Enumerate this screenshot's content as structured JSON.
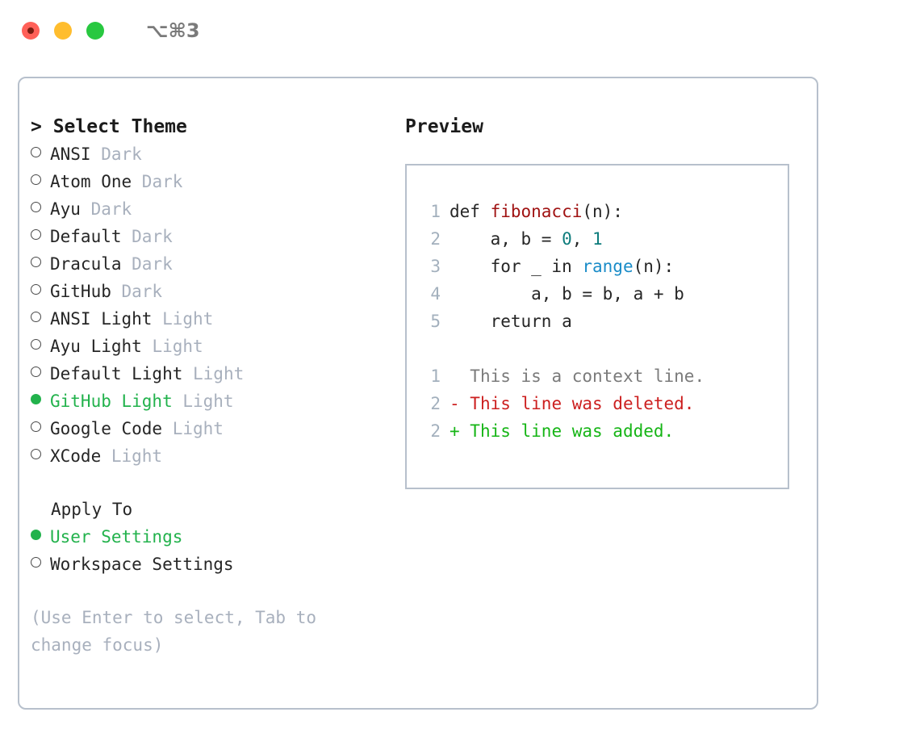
{
  "titlebar": {
    "traffic_lights": [
      "close-red",
      "minimize-yellow",
      "maximize-green"
    ],
    "shortcut": "⌥⌘3"
  },
  "left_panel": {
    "heading": "> Select Theme",
    "themes": [
      {
        "name": "ANSI",
        "variant": "Dark",
        "selected": false
      },
      {
        "name": "Atom One",
        "variant": "Dark",
        "selected": false
      },
      {
        "name": "Ayu",
        "variant": "Dark",
        "selected": false
      },
      {
        "name": "Default",
        "variant": "Dark",
        "selected": false
      },
      {
        "name": "Dracula",
        "variant": "Dark",
        "selected": false
      },
      {
        "name": "GitHub",
        "variant": "Dark",
        "selected": false
      },
      {
        "name": "ANSI Light",
        "variant": "Light",
        "selected": false
      },
      {
        "name": "Ayu Light",
        "variant": "Light",
        "selected": false
      },
      {
        "name": "Default Light",
        "variant": "Light",
        "selected": false
      },
      {
        "name": "GitHub Light",
        "variant": "Light",
        "selected": true
      },
      {
        "name": "Google Code",
        "variant": "Light",
        "selected": false
      },
      {
        "name": "XCode",
        "variant": "Light",
        "selected": false
      }
    ],
    "apply_to_heading": "Apply To",
    "apply_to_options": [
      {
        "label": "User Settings",
        "selected": true
      },
      {
        "label": "Workspace Settings",
        "selected": false
      }
    ],
    "hint": "(Use Enter to select, Tab to change focus)"
  },
  "right_panel": {
    "title": "Preview",
    "code_lines": [
      {
        "lineno": "1",
        "tokens": [
          {
            "text": "def ",
            "kind": "plain"
          },
          {
            "text": "fibonacci",
            "kind": "fn"
          },
          {
            "text": "(n):",
            "kind": "plain"
          }
        ]
      },
      {
        "lineno": "2",
        "tokens": [
          {
            "text": "    a, b = ",
            "kind": "plain"
          },
          {
            "text": "0",
            "kind": "num"
          },
          {
            "text": ", ",
            "kind": "plain"
          },
          {
            "text": "1",
            "kind": "num"
          }
        ]
      },
      {
        "lineno": "3",
        "tokens": [
          {
            "text": "    for _ in ",
            "kind": "plain"
          },
          {
            "text": "range",
            "kind": "call"
          },
          {
            "text": "(n):",
            "kind": "plain"
          }
        ]
      },
      {
        "lineno": "4",
        "tokens": [
          {
            "text": "        a, b = b, a + b",
            "kind": "plain"
          }
        ]
      },
      {
        "lineno": "5",
        "tokens": [
          {
            "text": "    return a",
            "kind": "plain"
          }
        ]
      }
    ],
    "diff_lines": [
      {
        "lineno": "1",
        "marker": " ",
        "text": " This is a context line.",
        "kind": "ctx"
      },
      {
        "lineno": "2",
        "marker": "-",
        "text": " This line was deleted.",
        "kind": "del"
      },
      {
        "lineno": "2",
        "marker": "+",
        "text": " This line was added.",
        "kind": "add"
      }
    ]
  },
  "colors": {
    "accent_green": "#22b24c",
    "border": "#b7c0cc",
    "muted": "#a8b0bd",
    "text": "#262626",
    "syntax_function": "#a01313",
    "syntax_number": "#0e7c7c",
    "syntax_call": "#1a8cc8",
    "diff_delete": "#cc1f1f",
    "diff_add": "#16b516",
    "diff_context": "#7b7b7b"
  }
}
